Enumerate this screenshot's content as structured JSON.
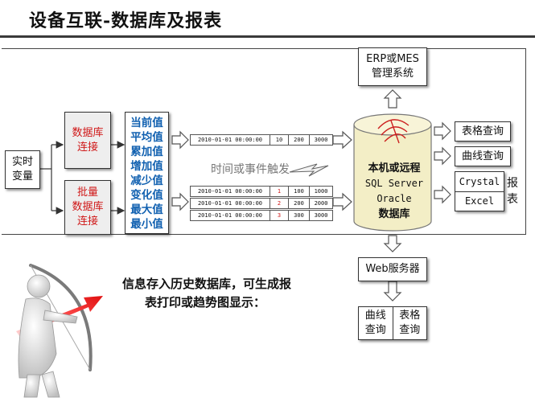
{
  "title": "设备互联-数据库及报表",
  "source": {
    "line1": "实时",
    "line2": "变量"
  },
  "db_connect": {
    "line1": "数据库",
    "line2": "连接"
  },
  "batch_connect": {
    "line1": "批量",
    "line2": "数据库",
    "line3": "连接"
  },
  "value_types": [
    "当前值",
    "平均值",
    "累加值",
    "增加值",
    "减少值",
    "变化值",
    "最大值",
    "最小值"
  ],
  "single_row": {
    "time": "2010-01-01 00:00:00",
    "a": "10",
    "b": "200",
    "c": "3000"
  },
  "batch_rows": [
    {
      "time": "2010-01-01 00:00:00",
      "a": "1",
      "b": "100",
      "c": "1000"
    },
    {
      "time": "2010-01-01 00:00:00",
      "a": "2",
      "b": "200",
      "c": "2000"
    },
    {
      "time": "2010-01-01 00:00:00",
      "a": "3",
      "b": "300",
      "c": "3000"
    }
  ],
  "trigger_label": "时间或事件触发",
  "database": {
    "line1": "本机或远程",
    "line2": "SQL Server",
    "line3": "Oracle",
    "line4": "数据库"
  },
  "erp": {
    "line1": "ERP或MES",
    "line2": "管理系统"
  },
  "table_query": "表格查询",
  "curve_query": "曲线查询",
  "crystal": "Crystal",
  "excel": "Excel",
  "report": {
    "line1": "报",
    "line2": "表"
  },
  "web_server": "Web服务器",
  "web_curve_query": {
    "line1": "曲线",
    "line2": "查询"
  },
  "web_table_query": {
    "line1": "表格",
    "line2": "查询"
  },
  "note": {
    "line1": "信息存入历史数据库，可生成报",
    "line2": "表打印或趋势图显示："
  },
  "colors": {
    "red": "#d01818",
    "blue": "#1060b0",
    "arrow_red": "#e02020"
  }
}
